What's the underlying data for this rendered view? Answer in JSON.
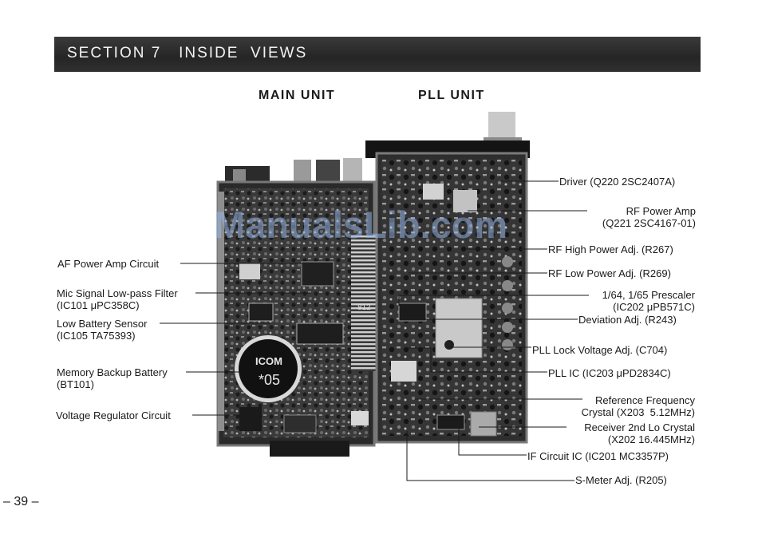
{
  "section_title": "SECTION 7   INSIDE  VIEWS",
  "units": {
    "main": "MAIN  UNIT",
    "pll": "PLL  UNIT"
  },
  "left_labels": {
    "af_power_amp": "AF Power Amp Circuit",
    "mic_filter": "Mic Signal Low-pass Filter\n(IC101 μPC358C)",
    "low_battery": "Low Battery Sensor\n(IC105 TA75393)",
    "memory_battery": "Memory Backup Battery\n(BT101)",
    "voltage_reg": "Voltage Regulator Circuit"
  },
  "right_labels": {
    "driver": "Driver (Q220 2SC2407A)",
    "rf_power_amp": "RF Power Amp\n(Q221 2SC4167-01)",
    "rf_high": "RF High Power Adj. (R267)",
    "rf_low": "RF Low Power Adj. (R269)",
    "prescaler": "1/64, 1/65 Prescaler\n(IC202 μPB571C)",
    "deviation": "Deviation Adj. (R243)",
    "pll_lock": "PLL Lock Voltage Adj. (C704)",
    "pll_ic": "PLL IC (IC203 μPD2834C)",
    "ref_crystal": "Reference Frequency\nCrystal (X203  5.12MHz)",
    "rx_crystal": "Receiver 2nd Lo Crystal\n(X202 16.445MHz)",
    "if_ic": "IF Circuit IC (IC201 MC3357P)",
    "smeter": "S-Meter Adj. (R205)"
  },
  "photo": {
    "battery_brand": "ICOM",
    "battery_code": "*05",
    "board_mark": "812"
  },
  "page_number": "– 39 –",
  "watermark": "ManualsLib.com"
}
